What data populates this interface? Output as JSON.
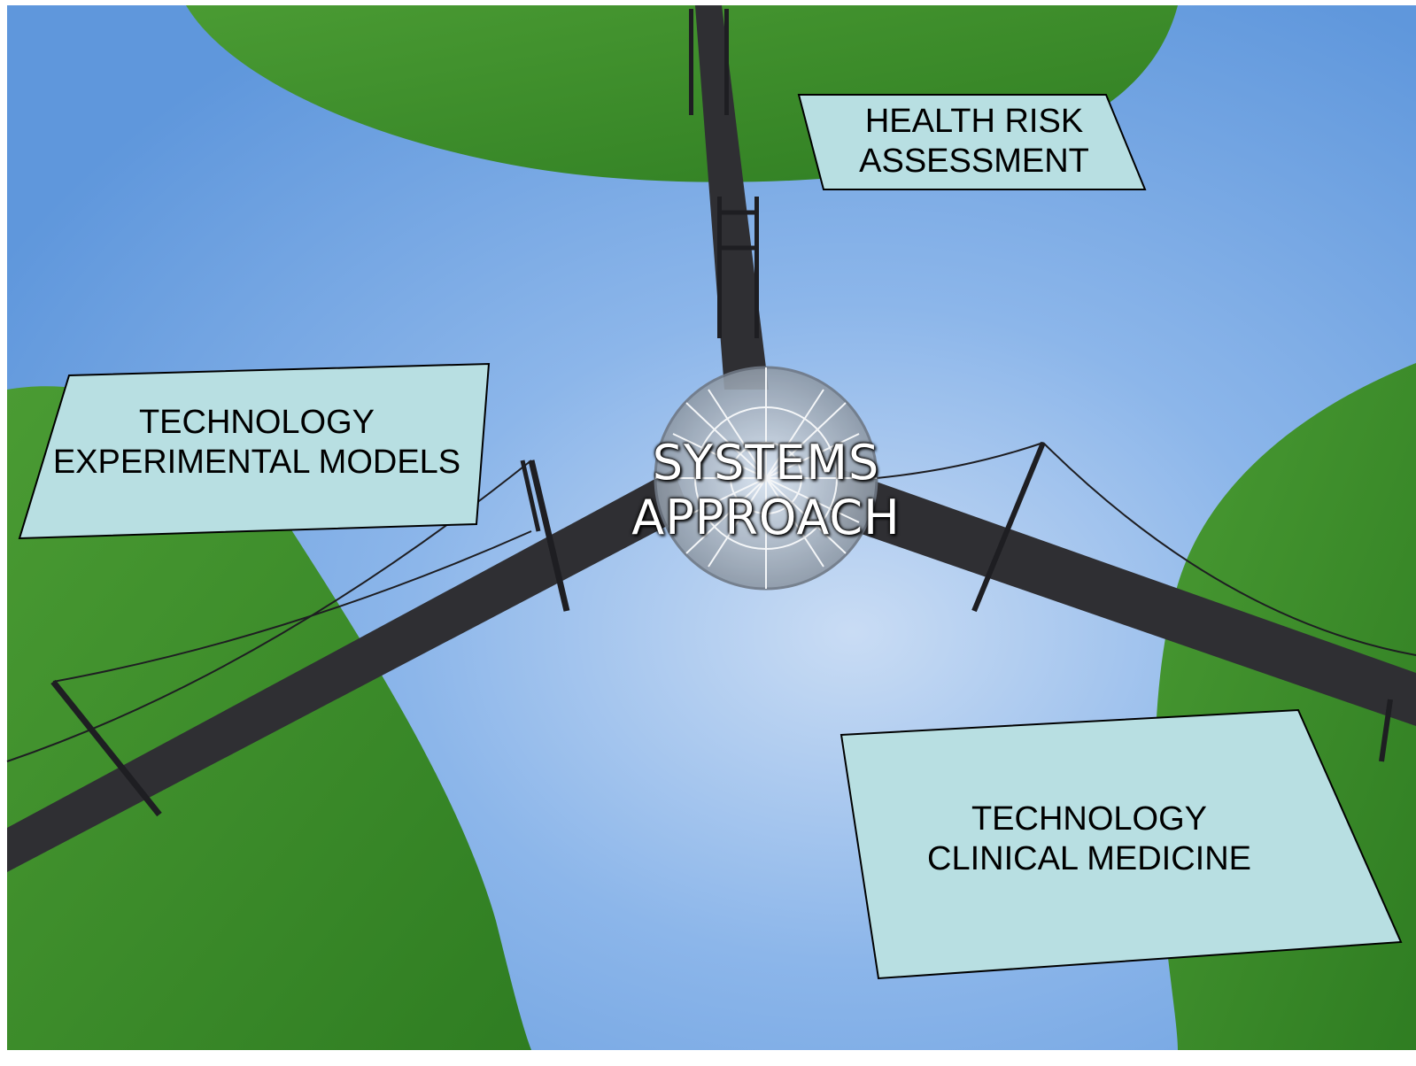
{
  "diagram": {
    "center": {
      "line1": "SYSTEMS",
      "line2": "APPROACH"
    },
    "nodes": {
      "health_risk": {
        "line1": "HEALTH RISK",
        "line2": "ASSESSMENT"
      },
      "experimental": {
        "line1": "TECHNOLOGY",
        "line2": "EXPERIMENTAL MODELS"
      },
      "clinical": {
        "line1": "TECHNOLOGY",
        "line2": "CLINICAL MEDICINE"
      }
    },
    "colors": {
      "water": "#6fa3e0",
      "grass": "#3f8f2a",
      "bridge": "#2f2f33",
      "label_fill": "#b8dfe2",
      "label_border": "#000000"
    }
  }
}
